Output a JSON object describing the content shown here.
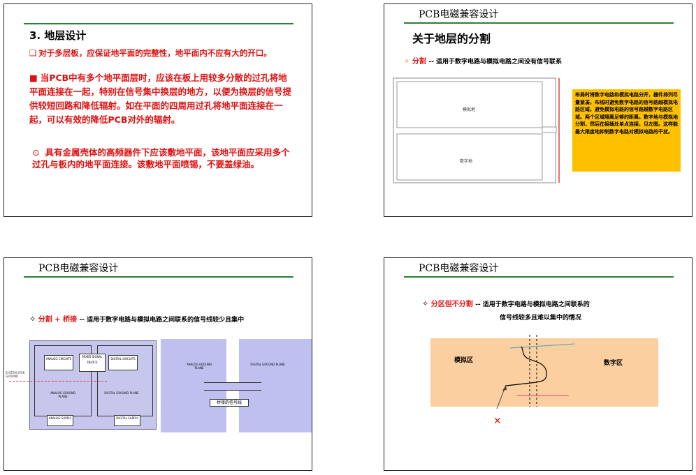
{
  "slide1": {
    "title": "3. 地层设计",
    "item1_bullet": "❑",
    "item1": "对于多层板，应保证地平面的完整性，地平面内不应有大的开口。",
    "item2_bullet": "■",
    "item2": "当PCB中有多个地平面层时，应该在板上用较多分散的过孔将地平面连接在一起，特别在信号集中换层的地方，以便为换层的信号提供较短回路和降低辐射。如在平面的四周用过孔将地平面连接在一起，可以有效的降低PCB对外的辐射。",
    "item3_bullet": "⊙",
    "item3": "具有金属壳体的高频器件下应该敷地平面，该地平面应采用多个过孔与板内的地平面连接。该敷地平面喷锡，不要盖绿油。"
  },
  "slide2": {
    "header": "PCB电磁兼容设计",
    "title": "关于地层的分割",
    "bullet_icon": "✧",
    "key": "分割",
    "desc": "-- 适用于数字电路与模拟电路之间没有信号联系",
    "label_top": "模拟地",
    "label_bottom": "数字地",
    "note": "布局时将数字电路和模拟电路分开，器件排列尽量紧凑，布线时避免数字电路的信号路越模拟电路区域，避免模拟电路的信号路越数字电路区域。两个区域隔离足够的距离。数字地与模拟地分割，然后在接插处单点连接，见左图。这样能最大限度地抑制数字电路对模拟电路的干扰。"
  },
  "slide3": {
    "header": "PCB电磁兼容设计",
    "bullet_icon": "✧",
    "key": "分割 + 桥接",
    "desc": "-- 适用于数字电路与模拟电路之间联系的信号线较少且集中",
    "analog_circuits": "ANALOG CIRCUITS",
    "digital_circuits": "DIGITAL CIRCUITS",
    "analog_plane": "ANALOG GROUND PLANE",
    "digital_plane": "DIGITAL GROUND PLANE",
    "analog_supply": "ANALOG SUPPLY",
    "digital_supply": "DIGITAL SUPPLY",
    "mixed_device": "MIXED SIGNAL DEVICE",
    "system_ground": "SYSTEM STAR GROUND",
    "right_analog": "ANALOG GROUND PLANE",
    "right_digital": "DIGITAL GROUND PLANE",
    "bridge_label": "桥接的信号线"
  },
  "slide4": {
    "header": "PCB电磁兼容设计",
    "bullet_icon": "✧",
    "key": "分区但不分割",
    "desc1": "-- 适用于数字电路与模拟电路之间联系的",
    "desc2": "信号线较多且难以集中的情况",
    "analog_zone": "模拟区",
    "digital_zone": "数字区",
    "cross_mark": "✕"
  }
}
